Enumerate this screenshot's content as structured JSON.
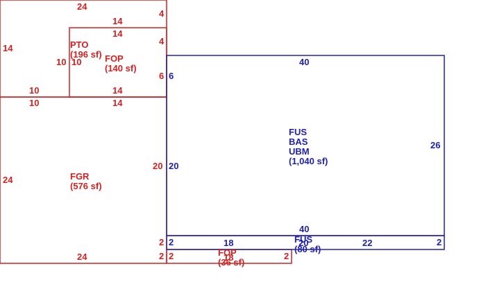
{
  "colors": {
    "garage_area": "#d42020",
    "living_area": "#2020b0"
  },
  "areas": {
    "pto": {
      "code": "PTO",
      "area": "(196 sf)"
    },
    "fop_upper": {
      "code": "FOP",
      "area": "(140 sf)"
    },
    "fgr": {
      "code": "FGR",
      "area": "(576 sf)"
    },
    "fop_lower": {
      "code": "FOP",
      "area": "(36 sf)"
    },
    "fus_main": {
      "line1": "FUS",
      "line2": "BAS",
      "line3": "UBM",
      "area": "(1,040 sf)"
    },
    "fus_strip": {
      "code": "FUS",
      "area": "(80 sf)"
    }
  },
  "dimensions": {
    "top_24": "24",
    "top_right_4": "4",
    "fop_top_14": "14",
    "fop_top_14b": "14",
    "fop_right_4": "4",
    "left_14": "14",
    "pto_right_10": "10",
    "fop_left_10": "10",
    "pto_bottom_10": "10",
    "fop_bottom_14": "14",
    "fop_right_6": "6",
    "fgr_top_10": "10",
    "fgr_top_14": "14",
    "left_24": "24",
    "fgr_right_20": "20",
    "fgr_right_2": "2",
    "fgr_right_2b": "2",
    "bottom_24": "24",
    "fus_top_40": "40",
    "fus_left_6": "6",
    "fus_left_20": "20",
    "fus_right_26": "26",
    "fus_bottom_40": "40",
    "strip_left_2": "2",
    "strip_top_18": "18",
    "strip_mid_20": "20",
    "strip_right_22": "22",
    "strip_right_2": "2",
    "fopl_left_2": "2",
    "fopl_right_2": "2",
    "fopl_bottom_18": "18"
  }
}
